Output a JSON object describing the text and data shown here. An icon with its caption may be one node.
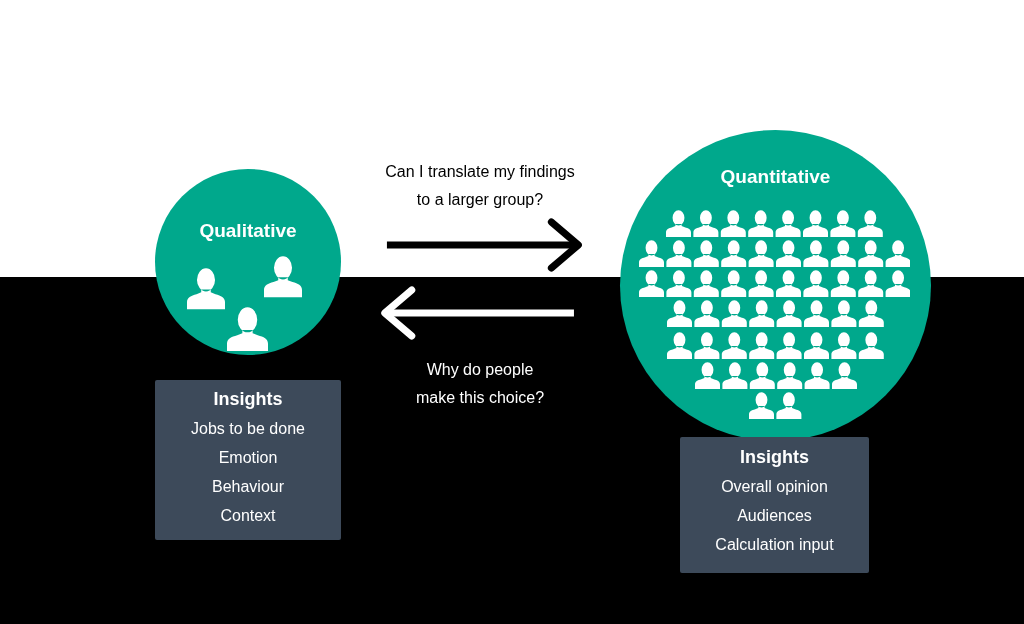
{
  "diagram": {
    "nodes": [
      {
        "text": [
          "Qualitative"
        ]
      },
      {
        "text": [
          "Insights",
          "Jobs to be done",
          "Emotion",
          "Behaviour",
          "Context"
        ]
      },
      {
        "text": [
          "Quantitative"
        ]
      },
      {
        "text": [
          "Insights",
          "Overall opinion",
          "Audiences",
          "Calculation input"
        ]
      }
    ],
    "edges": [
      {
        "from": 0,
        "to": 2,
        "arrow": "to",
        "label": "Can I translate my findings to a larger group?",
        "color": "#000000"
      },
      {
        "from": 2,
        "to": 0,
        "arrow": "to",
        "label": "Why do people make this choice?",
        "color": "#ffffff"
      }
    ]
  }
}
